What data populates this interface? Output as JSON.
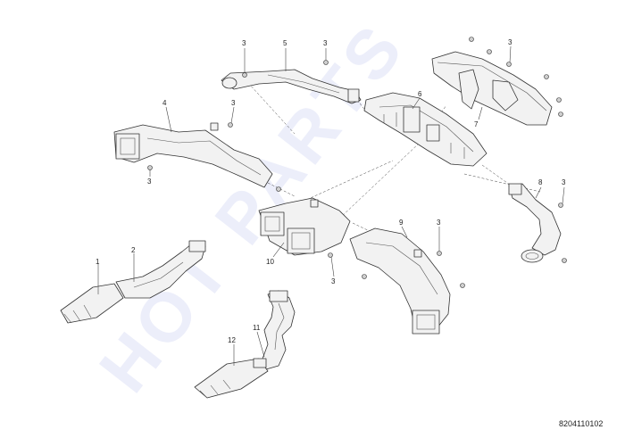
{
  "watermark": "HOT PARTS",
  "reference_code": "8204110102",
  "callouts": {
    "c1": "1",
    "c2": "2",
    "c3a": "3",
    "c3b": "3",
    "c3c": "3",
    "c3d": "3",
    "c3e": "3",
    "c3f": "3",
    "c3g": "3",
    "c3h": "3",
    "c4": "4",
    "c5": "5",
    "c6": "6",
    "c7": "7",
    "c8": "8",
    "c9": "9",
    "c10": "10",
    "c11": "11",
    "c12": "12"
  }
}
